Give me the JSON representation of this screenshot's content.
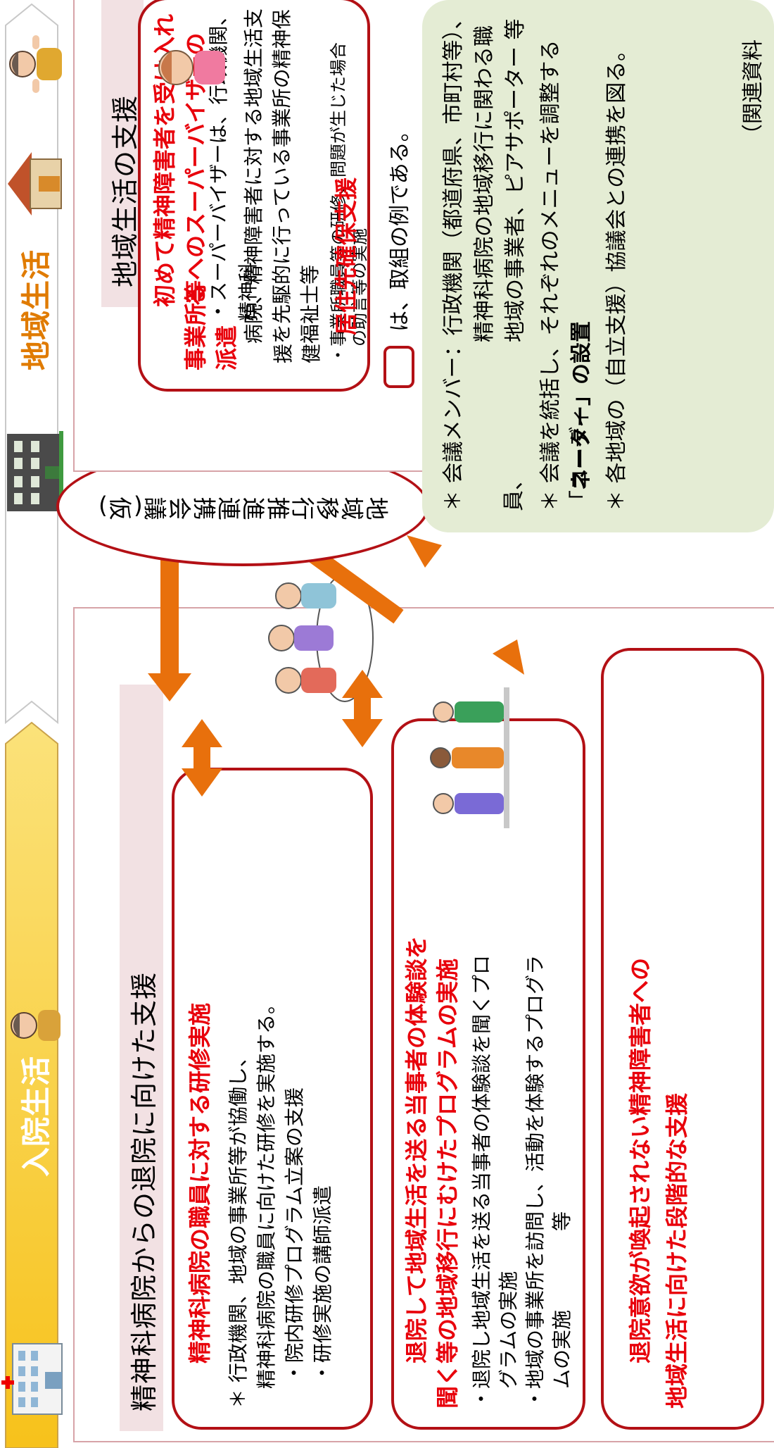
{
  "top_right_note": "（関連資料",
  "band": {
    "left_label": "入院生活",
    "right_label": "地域生活"
  },
  "left_section": {
    "title": "精神科病院からの退院に向けた支援",
    "box1": {
      "title": "精神科病院の職員に対する研修実施",
      "lines": [
        "＊ 行政機関、地域の事業所等が協働し、",
        "　精神科病院の職員に向けた研修を実施する。",
        "　 ・院内研修プログラム立案の支援",
        "　 ・研修実施の講師派遣"
      ]
    },
    "box2": {
      "title_lines": [
        "退院して地域生活を送る当事者の体験談を",
        "聞く等の地域移行にむけたプログラムの実施"
      ],
      "lines": [
        "・退院し地域生活を送る当事者の体験談を聞くプロ",
        "　グラムの実施",
        "・地域の事業所を訪問し、活動を体験するプログラ",
        "　ムの実施　　　　等"
      ]
    },
    "box3": {
      "title_lines": [
        "退院意欲が喚起されない精神障害者への",
        "地域生活に向けた段階的な支援"
      ]
    }
  },
  "right_section": {
    "title": "地域生活の支援",
    "box": {
      "title_lines": [
        "初めて精神障害者を受け入れる",
        "事業所等へのスーパーバイザーの",
        "派遣"
      ],
      "lines": [
        "・スーパーバイザーは、行政機関、精神科",
        "　病院、精神障害者に対する地域生活支援",
        "　を先駆的に行っている事業所の精神保健",
        "　福祉士等",
        "・事業所職員等の研修、問題が生じた場合",
        "　の助言等の実施"
      ],
      "footer_red": "居住先確保支援"
    }
  },
  "council": {
    "label": "地域移行推進連携会議(仮)"
  },
  "legend_text": "は、取組の例である。",
  "green_note": {
    "lines": [
      "＊ 会議メンバー：行政機関（都道府県、市町村等）、",
      "　　　　　　　　精神科病院の地域移行に関わる職員、",
      "　　　　　　　　地域の事業者、ピアサポーター 等",
      "＊ 会議を統括し、それぞれのメニューを調整する「コーディ",
      "　ネーター」の設置",
      "＊ 各地域の（自立支援）協議会との連携を図る。"
    ]
  },
  "colors": {
    "accent_orange": "#e8700c",
    "frame_red": "#b31015",
    "text_red": "#e8000b",
    "section_pink": "#f2e1e3",
    "note_green": "#e4ecd4"
  }
}
